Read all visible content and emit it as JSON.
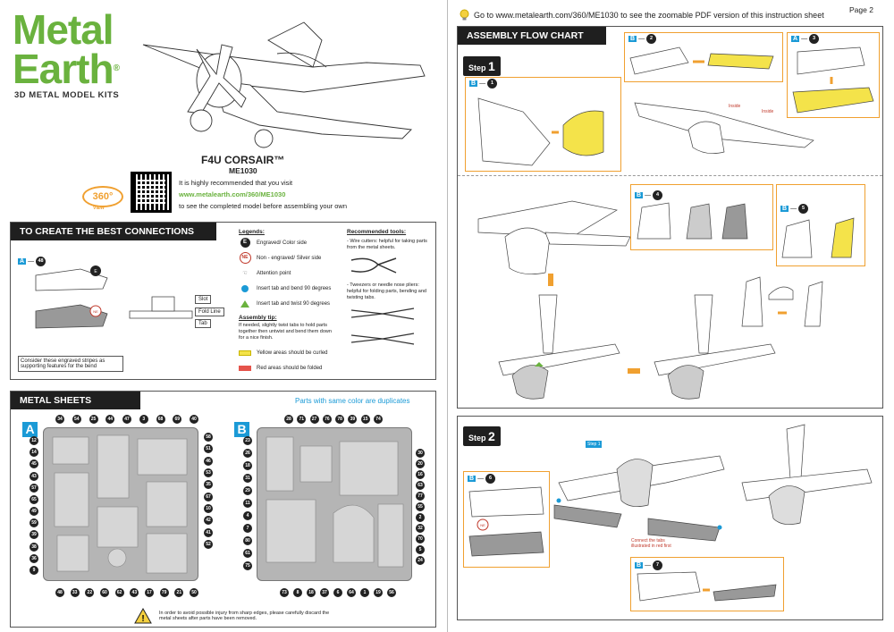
{
  "brand": {
    "line1": "Metal",
    "line2": "Earth",
    "subtitle": "3D METAL MODEL KITS",
    "registered": "®"
  },
  "model": {
    "name": "F4U CORSAIR™",
    "code": "ME1030"
  },
  "recommend": {
    "line1": "It is highly recommended that you visit",
    "url": "www.metalearth.com/360/ME1030",
    "line3": "to see the completed model before assembling your own",
    "badge": "360°",
    "badge_sub": "VIEW"
  },
  "connections": {
    "title": "TO CREATE THE BEST CONNECTIONS",
    "ref_letter": "A",
    "ref_num": "48",
    "caption": "Consider these engraved stripes as supporting features for the bend",
    "labels": [
      "Slot",
      "Fold Line",
      "Tab"
    ]
  },
  "legends": {
    "title": "Legends:",
    "items": [
      {
        "sym": "E",
        "text": "Engraved/ Color side"
      },
      {
        "sym": "NE",
        "text": "Non - engraved/ Silver side"
      },
      {
        "sym": "hand",
        "text": "Attention point"
      },
      {
        "sym": "dot",
        "text": "Insert tab and bend 90 degrees"
      },
      {
        "sym": "tri",
        "text": "Insert tab and twist 90 degrees"
      }
    ],
    "tip_title": "Assembly tip:",
    "tip_text": "If needed, slightly twist tabs to hold parts together then untwist and bend them down for a nice finish.",
    "yellow_text": "Yellow areas should be curled",
    "red_text": "Red areas should be folded"
  },
  "tools": {
    "title": "Recommended tools:",
    "cutters": "- Wire cutters: helpful for taking parts from the metal sheets.",
    "tweezers": "- Tweezers or needle nose pliers: helpful for folding parts, bending and twisting tabs."
  },
  "sheets": {
    "title": "METAL SHEETS",
    "note": "Parts with same color are duplicates",
    "a_letter": "A",
    "b_letter": "B",
    "a_top": [
      "34",
      "54",
      "25",
      "44",
      "47",
      "3",
      "68",
      "69",
      "40"
    ],
    "a_left": [
      "12",
      "14",
      "45",
      "43",
      "57",
      "65",
      "49",
      "59",
      "39",
      "38",
      "36",
      "9"
    ],
    "a_right": [
      "58",
      "51",
      "46",
      "53",
      "35",
      "67",
      "10",
      "42",
      "41",
      "52"
    ],
    "a_bottom": [
      "48",
      "33",
      "22",
      "60",
      "62",
      "43",
      "17",
      "79",
      "21",
      "50"
    ],
    "b_top": [
      "28",
      "71",
      "27",
      "76",
      "78",
      "39",
      "15",
      "74"
    ],
    "b_left": [
      "23",
      "26",
      "18",
      "31",
      "29",
      "11",
      "4",
      "7",
      "80",
      "61",
      "75"
    ],
    "b_right": [
      "30",
      "20",
      "16",
      "63",
      "77",
      "55",
      "2",
      "32",
      "70",
      "5",
      "24"
    ],
    "b_bottom": [
      "73",
      "8",
      "18",
      "37",
      "6",
      "64",
      "1",
      "19",
      "56"
    ],
    "warning": "In order to avoid possible injury from sharp edges, please carefully discard the metal sheets after parts have been removed."
  },
  "page2": {
    "url_line": "Go to www.metalearth.com/360/ME1030 to see the zoomable PDF version of this instruction sheet",
    "page": "Page 2",
    "flow_title": "ASSEMBLY FLOW CHART",
    "step1": "Step",
    "step1_num": "1",
    "step2": "Step",
    "step2_num": "2",
    "inside": "Inside",
    "connect_note": "Connect the tabs illustrated in red first",
    "refs": [
      {
        "letter": "B",
        "num": "1"
      },
      {
        "letter": "B",
        "num": "2"
      },
      {
        "letter": "A",
        "num": "3"
      },
      {
        "letter": "B",
        "num": "4"
      },
      {
        "letter": "B",
        "num": "5"
      },
      {
        "letter": "B",
        "num": "6"
      },
      {
        "letter": "B",
        "num": "7"
      }
    ],
    "e": "E",
    "ne": "NE"
  }
}
